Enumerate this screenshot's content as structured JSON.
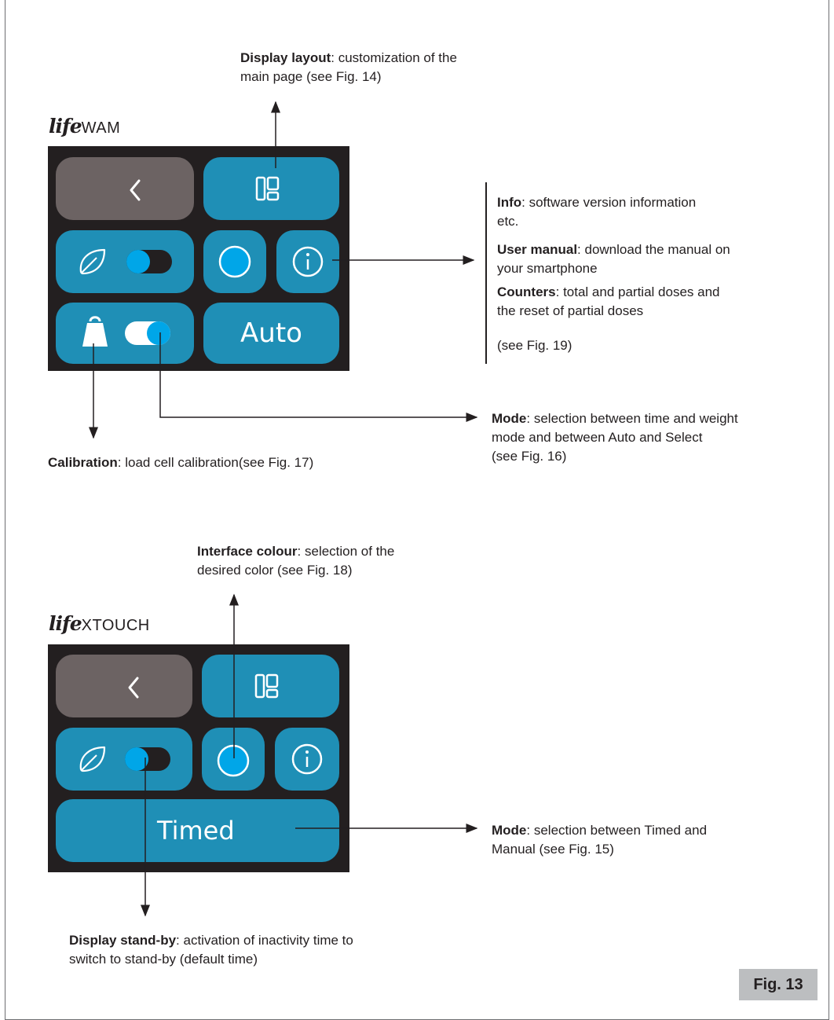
{
  "figure_label": "Fig. 13",
  "colors": {
    "panel": "#231f20",
    "button_teal": "#1f8fb6",
    "button_back": "#6c6363",
    "accent_blue": "#00a6e8"
  },
  "upper": {
    "brand": {
      "script": "life",
      "name": "WAM"
    },
    "mode_button_label": "Auto",
    "icons": [
      "back-chevron-icon",
      "layout-icon",
      "leaf-icon",
      "toggle-icon",
      "color-circle-icon",
      "info-icon",
      "weight-icon"
    ],
    "annotations": {
      "display_layout": {
        "bold": "Display layout",
        "rest": ": customization of the",
        "line2": "main page (see Fig. 14)"
      },
      "info": {
        "bold": "Info",
        "rest": ": software version information",
        "line2": "etc."
      },
      "user_manual": {
        "bold": "User manual",
        "rest": ": download the manual on",
        "line2": "your smartphone"
      },
      "counters": {
        "bold": "Counters",
        "rest": ": total and partial doses and",
        "line2": "the reset of partial doses"
      },
      "see_fig19": "(see Fig. 19)",
      "mode": {
        "bold": "Mode",
        "rest": ": selection between time and weight",
        "line2": "mode and between Auto and Select",
        "line3": "(see Fig. 16)"
      },
      "calibration": {
        "bold": "Calibration",
        "rest": ": load cell calibration(see Fig. 17)"
      }
    }
  },
  "lower": {
    "brand": {
      "script": "life",
      "name": "XTOUCH"
    },
    "mode_button_label": "Timed",
    "icons": [
      "back-chevron-icon",
      "layout-icon",
      "leaf-icon",
      "toggle-icon",
      "color-circle-icon",
      "info-icon"
    ],
    "annotations": {
      "interface_colour": {
        "bold": "Interface colour",
        "rest": ": selection of the",
        "line2": "desired color (see Fig. 18)"
      },
      "mode": {
        "bold": "Mode",
        "rest": ": selection between Timed and",
        "line2": "Manual (see Fig. 15)"
      },
      "display_standby": {
        "bold": "Display stand-by",
        "rest": ": activation of inactivity time to",
        "line2": "switch to stand-by (default time)"
      }
    }
  }
}
